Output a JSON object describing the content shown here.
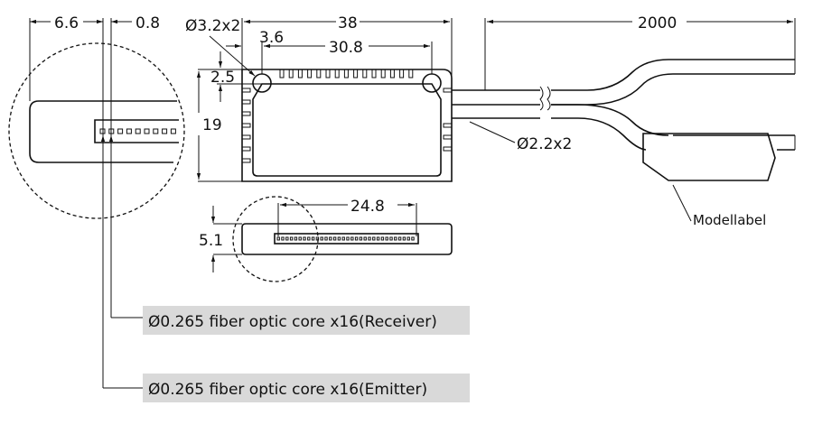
{
  "dimensions": {
    "d_6_6": "6.6",
    "d_0_8": "0.8",
    "hole_dia": "Ø3.2x2",
    "d_3_6": "3.6",
    "d_38": "38",
    "d_30_8": "30.8",
    "d_2_5": "2.5",
    "d_19": "19",
    "d_24_8": "24.8",
    "d_5_1": "5.1",
    "d_2000": "2000",
    "cable_dia": "Ø2.2x2"
  },
  "labels": {
    "model_label": "Modellabel",
    "receiver": "Ø0.265 fiber optic core x16(Receiver)",
    "emitter": "Ø0.265 fiber optic core x16(Emitter)"
  },
  "colors": {
    "label_bg": "#d9d9d9",
    "line": "#111111"
  }
}
